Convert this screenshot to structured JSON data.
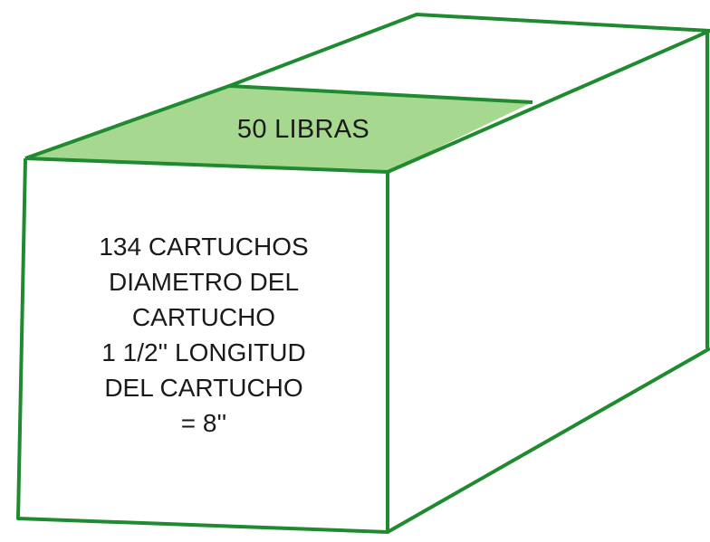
{
  "colors": {
    "edge": "#1f8a2f",
    "top_fill": "#a6d98f",
    "background": "#ffffff",
    "text": "#1a1a1a"
  },
  "top_label": "50 LIBRAS",
  "front_lines": [
    "134 CARTUCHOS",
    "DIAMETRO DEL",
    "CARTUCHO",
    "1 1/2'' LONGITUD",
    "DEL CARTUCHO",
    "= 8''"
  ]
}
